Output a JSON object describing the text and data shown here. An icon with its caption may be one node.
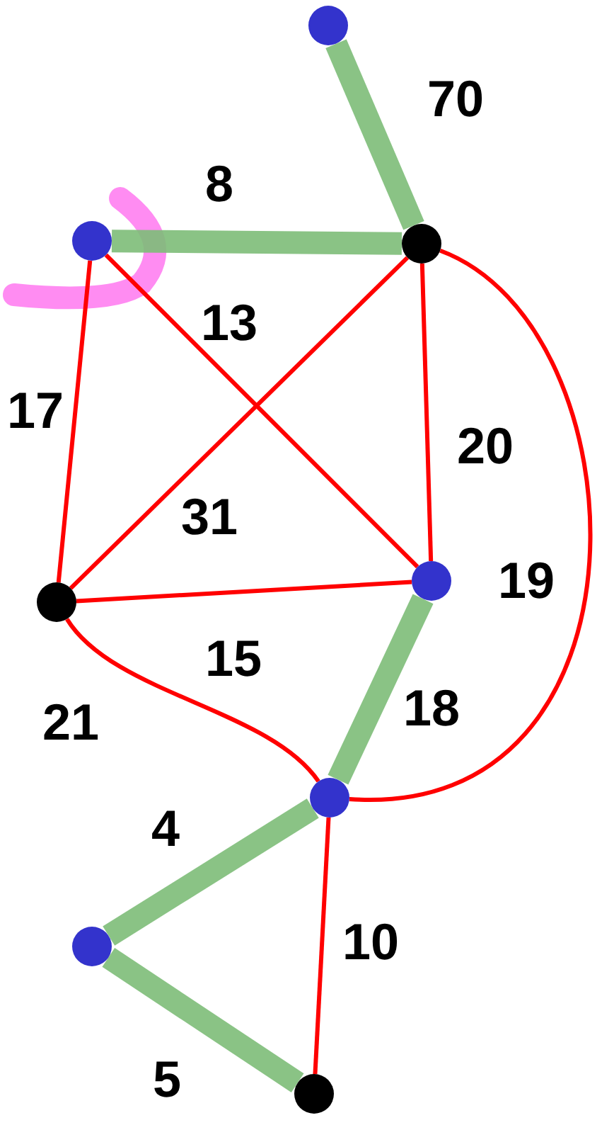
{
  "diagram": {
    "nodes": [
      {
        "text": [],
        "shape": "circle"
      },
      {
        "text": [],
        "shape": "circle"
      },
      {
        "text": [],
        "shape": "circle"
      },
      {
        "text": [],
        "shape": "circle"
      },
      {
        "text": [],
        "shape": "circle"
      },
      {
        "text": [],
        "shape": "circle"
      },
      {
        "text": [],
        "shape": "circle"
      },
      {
        "text": [],
        "shape": "circle"
      }
    ],
    "edges": [
      {
        "from": 0,
        "to": 2,
        "arrow": "none",
        "label": "70",
        "style": "thick",
        "color": "#7dbd78"
      },
      {
        "from": 1,
        "to": 2,
        "arrow": "none",
        "label": "8",
        "style": "thick",
        "color": "#7dbd78"
      },
      {
        "from": 1,
        "to": 4,
        "arrow": "none",
        "label": "13"
      },
      {
        "from": 1,
        "to": 3,
        "arrow": "none",
        "label": "17"
      },
      {
        "from": 2,
        "to": 3,
        "arrow": "none",
        "label": "31"
      },
      {
        "from": 2,
        "to": 4,
        "arrow": "none",
        "label": "20"
      },
      {
        "from": 2,
        "to": 5,
        "arrow": "none",
        "label": "19"
      },
      {
        "from": 3,
        "to": 4,
        "arrow": "none",
        "label": "15"
      },
      {
        "from": 3,
        "to": 5,
        "arrow": "none",
        "label": "21"
      },
      {
        "from": 4,
        "to": 5,
        "arrow": "none",
        "label": "18",
        "style": "thick",
        "color": "#7dbd78"
      },
      {
        "from": 5,
        "to": 6,
        "arrow": "none",
        "label": "4",
        "style": "thick",
        "color": "#7dbd78"
      },
      {
        "from": 6,
        "to": 7,
        "arrow": "none",
        "label": "5",
        "style": "thick",
        "color": "#7dbd78"
      },
      {
        "from": 5,
        "to": 7,
        "arrow": "none",
        "label": "10"
      }
    ]
  }
}
